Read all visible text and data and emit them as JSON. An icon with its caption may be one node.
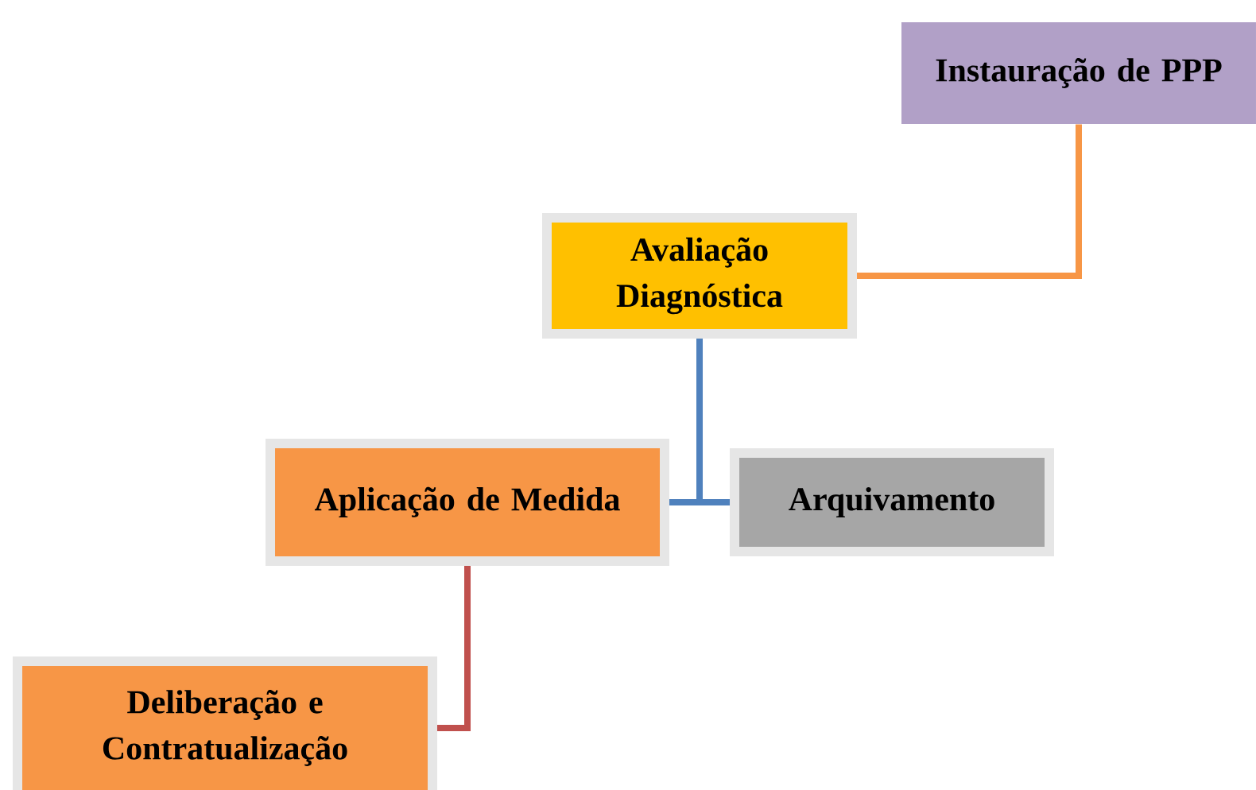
{
  "diagram": {
    "nodes": [
      {
        "text": [
          "Instauração de PPP"
        ]
      },
      {
        "text": [
          "Avaliação Diagnóstica"
        ]
      },
      {
        "text": [
          "Aplicação de Medida"
        ]
      },
      {
        "text": [
          "Arquivamento"
        ]
      },
      {
        "text": [
          "Deliberação e Contratualização"
        ]
      }
    ],
    "edges": [
      {
        "from": 1,
        "to": 0,
        "arrow": "none",
        "color": "#f79646"
      },
      {
        "from": 1,
        "to": 2,
        "arrow": "none",
        "color": "#4f81bd"
      },
      {
        "from": 1,
        "to": 3,
        "arrow": "none",
        "color": "#4f81bd"
      },
      {
        "from": 2,
        "to": 4,
        "arrow": "none",
        "color": "#c0504d"
      }
    ]
  }
}
